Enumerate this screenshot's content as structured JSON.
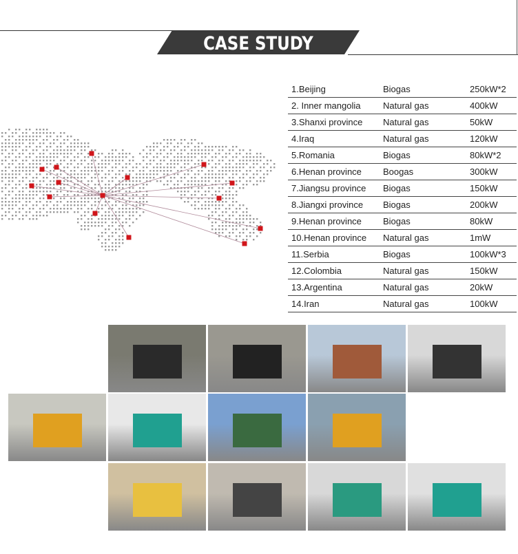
{
  "header": {
    "title": "CASE STUDY"
  },
  "cases": [
    {
      "location": "1.Beijing",
      "fuel": "Biogas",
      "power": "250kW*2"
    },
    {
      "location": "2. Inner mangolia",
      "fuel": "Natural gas",
      "power": "400kW"
    },
    {
      "location": "3.Shanxi province",
      "fuel": "Natural gas",
      "power": "50kW"
    },
    {
      "location": "4.Iraq",
      "fuel": "Natural gas",
      "power": "120kW"
    },
    {
      "location": "5.Romania",
      "fuel": "Biogas",
      "power": "80kW*2"
    },
    {
      "location": "6.Henan province",
      "fuel": "Boogas",
      "power": "300kW"
    },
    {
      "location": "7.Jiangsu province",
      "fuel": "Biogas",
      "power": "150kW"
    },
    {
      "location": "8.Jiangxi province",
      "fuel": "Biogas",
      "power": "200kW"
    },
    {
      "location": "9.Henan province",
      "fuel": "Biogas",
      "power": "80kW"
    },
    {
      "location": "10.Henan province",
      "fuel": "Natural gas",
      "power": "1mW"
    },
    {
      "location": "11.Serbia",
      "fuel": "Biogas",
      "power": "100kW*3"
    },
    {
      "location": "12.Colombia",
      "fuel": "Natural gas",
      "power": "150kW"
    },
    {
      "location": "13.Argentina",
      "fuel": "Natural gas",
      "power": "20kW"
    },
    {
      "location": "14.Iran",
      "fuel": "Natural gas",
      "power": "100kW"
    }
  ],
  "colors": {
    "banner": "#3a3a3a",
    "marker": "#d0161b",
    "dots": "#9a9a9a"
  }
}
